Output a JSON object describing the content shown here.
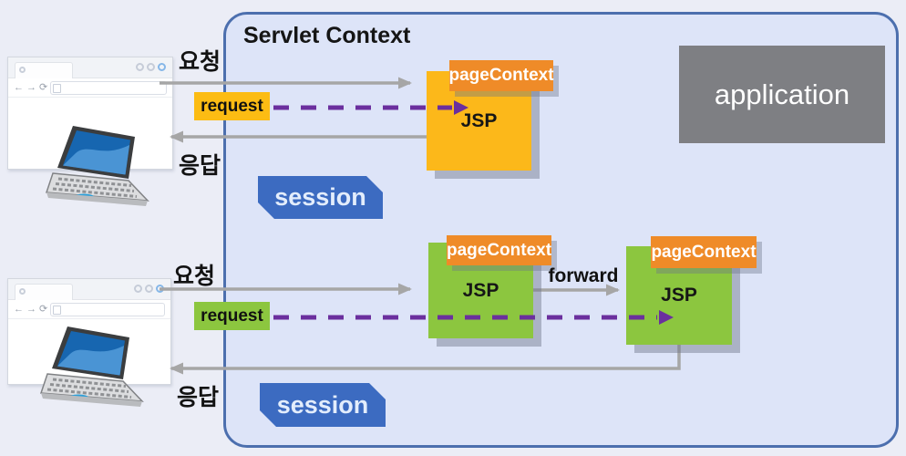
{
  "colors": {
    "outer_bg": "#ebedf6",
    "container_fill": "#dde4f8",
    "container_border": "#4c6fae",
    "jsp_yellow": "#fcb81a",
    "page_context_orange": "#ef8b28",
    "jsp_green": "#8cc63f",
    "session_blue": "#3c6bc1",
    "application_gray": "#7e7f83",
    "arrow_gray": "#a6a6a6",
    "dash_purple": "#6b2f9e"
  },
  "container": {
    "title": "Servlet Context"
  },
  "application": {
    "label": "application"
  },
  "flows": {
    "top": {
      "request_label": "요청",
      "response_label": "응답",
      "request_box": "request",
      "session_label": "session",
      "jsp_label": "JSP",
      "page_context_label": "pageContext"
    },
    "bottom": {
      "request_label": "요청",
      "response_label": "응답",
      "request_box": "request",
      "session_label": "session",
      "forward_label": "forward",
      "jsp_a_label": "JSP",
      "jsp_b_label": "JSP",
      "page_context_a_label": "pageContext",
      "page_context_b_label": "pageContext"
    }
  },
  "browser": {
    "back_icon": "←",
    "forward_icon": "→",
    "refresh_icon": "⟳"
  }
}
